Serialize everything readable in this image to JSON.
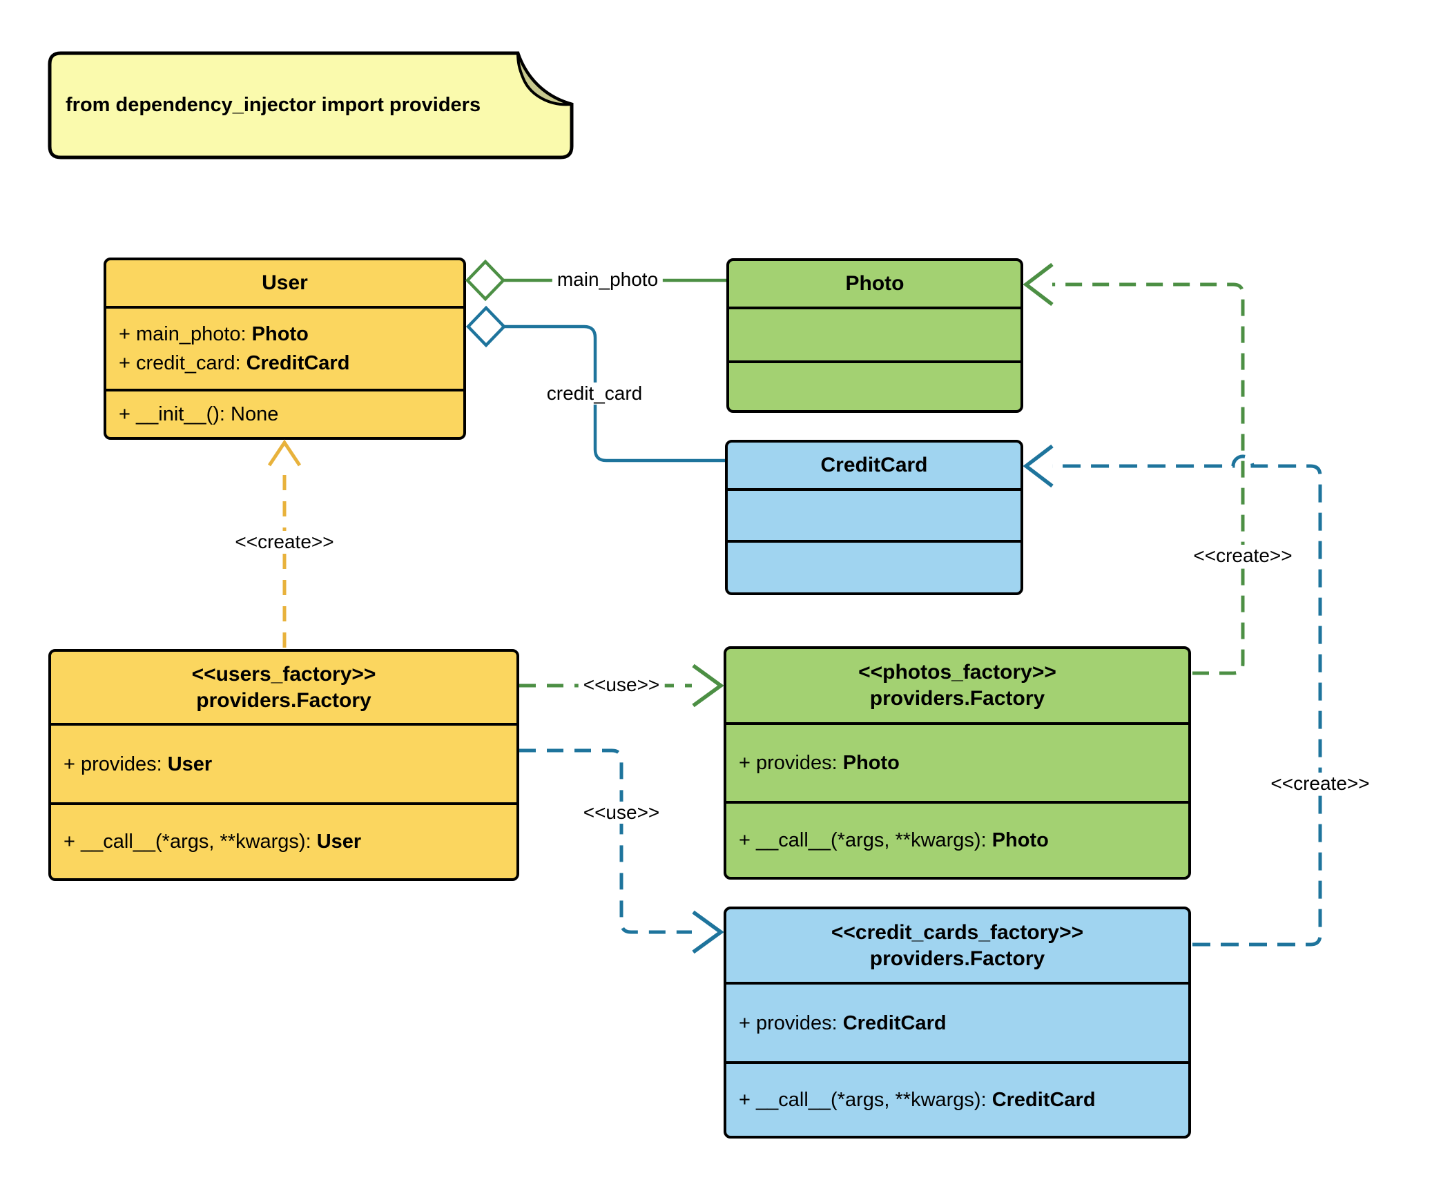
{
  "note": {
    "text": "from dependency_injector import providers"
  },
  "classes": {
    "user": {
      "title": "User",
      "attributes": [
        {
          "text": "+ main_photo: ",
          "type": "Photo"
        },
        {
          "text": "+ credit_card: ",
          "type": "CreditCard"
        }
      ],
      "methods": [
        {
          "text": "+ __init__(): None",
          "type": ""
        }
      ]
    },
    "photo": {
      "title": "Photo"
    },
    "credit_card": {
      "title": "CreditCard"
    },
    "users_factory": {
      "stereotype": "<<users_factory>>",
      "title": "providers.Factory",
      "attributes": [
        {
          "text": "+ provides: ",
          "type": "User"
        }
      ],
      "methods": [
        {
          "text": "+ __call__(*args, **kwargs): ",
          "type": "User"
        }
      ]
    },
    "photos_factory": {
      "stereotype": "<<photos_factory>>",
      "title": "providers.Factory",
      "attributes": [
        {
          "text": "+ provides: ",
          "type": "Photo"
        }
      ],
      "methods": [
        {
          "text": "+ __call__(*args, **kwargs): ",
          "type": "Photo"
        }
      ]
    },
    "credit_cards_factory": {
      "stereotype": "<<credit_cards_factory>>",
      "title": "providers.Factory",
      "attributes": [
        {
          "text": "+ provides: ",
          "type": "CreditCard"
        }
      ],
      "methods": [
        {
          "text": "+ __call__(*args, **kwargs): ",
          "type": "CreditCard"
        }
      ]
    }
  },
  "edge_labels": {
    "main_photo": "main_photo",
    "credit_card": "credit_card",
    "create_user": "<<create>>",
    "create_photo": "<<create>>",
    "create_credit_card": "<<create>>",
    "use_photos": "<<use>>",
    "use_credit_cards": "<<use>>"
  },
  "colors": {
    "yellow_fill": "#FBD65F",
    "green_fill": "#A3D172",
    "blue_fill": "#A0D4F0",
    "note_fill": "#FAFAAD",
    "note_fold": "#C8C98E",
    "yellow_line": "#E8B23C",
    "green_line": "#4C8F44",
    "blue_line": "#1E749C",
    "border": "#000000"
  }
}
